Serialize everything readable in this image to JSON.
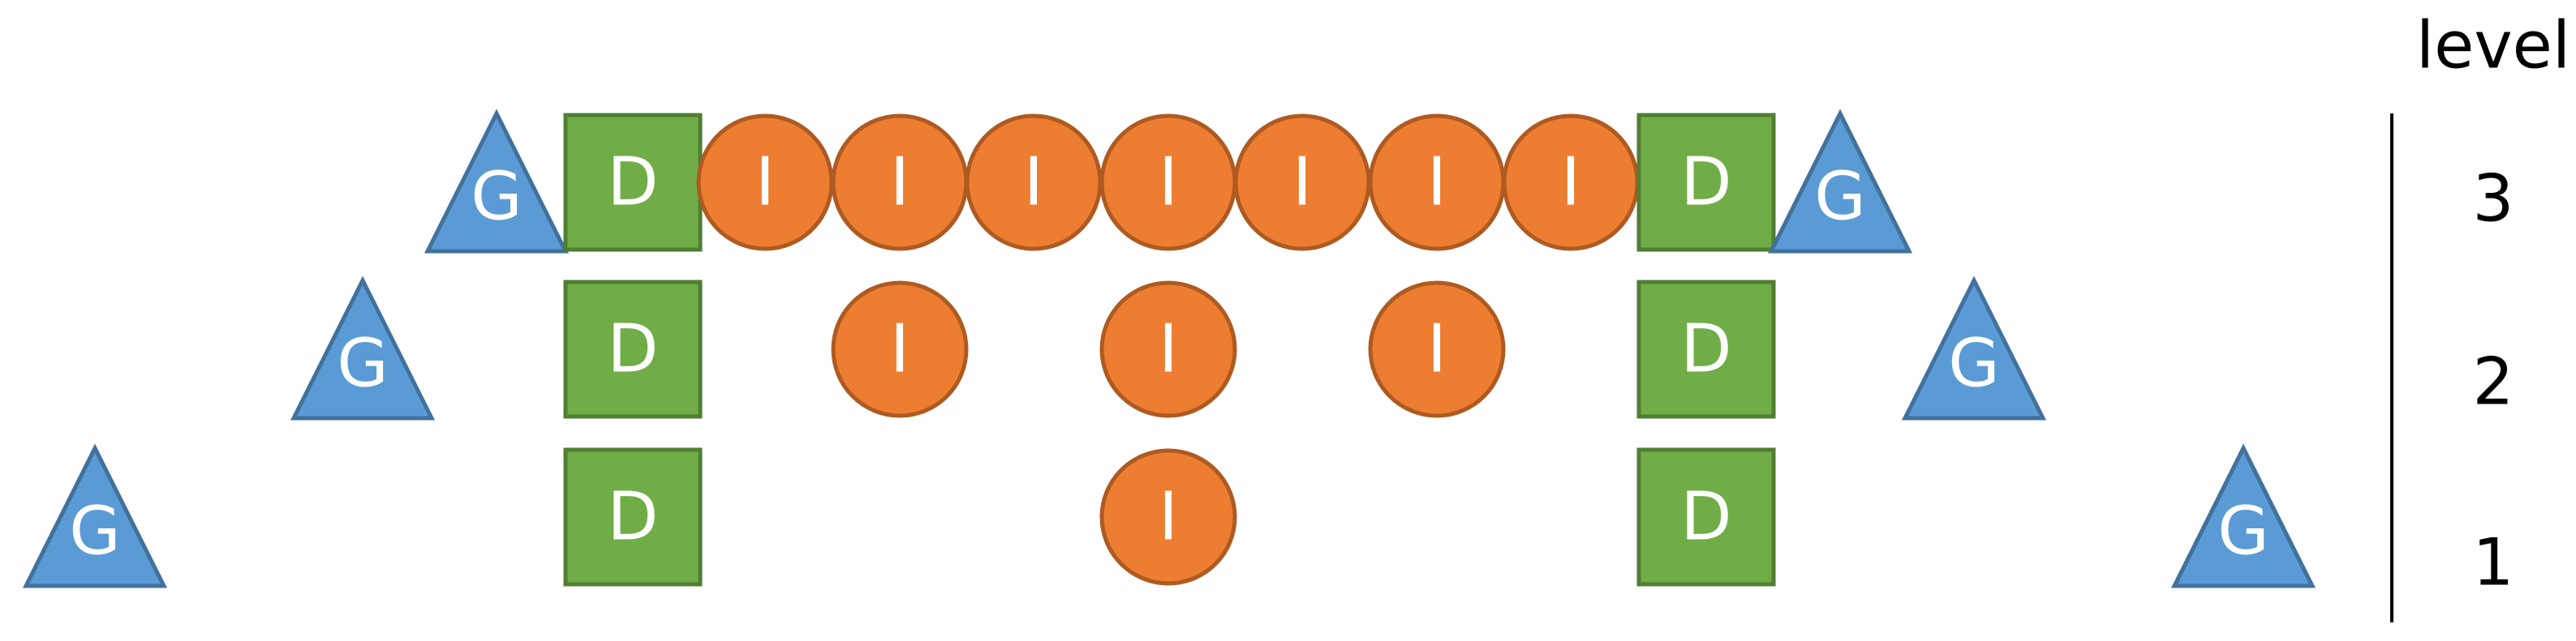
{
  "colors": {
    "triangle_fill": "#5b9bd5",
    "triangle_stroke": "#41719c",
    "square_fill": "#70ad47",
    "square_stroke": "#507e32",
    "circle_fill": "#ed7d31",
    "circle_stroke": "#ae5a21",
    "text_light": "#ffffff",
    "axis": "#000000"
  },
  "axis_title": "level",
  "rows": [
    {
      "level": "3",
      "nodes": [
        {
          "shape": "triangle",
          "label": "G"
        },
        {
          "shape": "square",
          "label": "D"
        },
        {
          "shape": "circle",
          "label": "I"
        },
        {
          "shape": "circle",
          "label": "I"
        },
        {
          "shape": "circle",
          "label": "I"
        },
        {
          "shape": "circle",
          "label": "I"
        },
        {
          "shape": "circle",
          "label": "I"
        },
        {
          "shape": "circle",
          "label": "I"
        },
        {
          "shape": "circle",
          "label": "I"
        },
        {
          "shape": "square",
          "label": "D"
        },
        {
          "shape": "triangle",
          "label": "G"
        }
      ]
    },
    {
      "level": "2",
      "nodes": [
        {
          "shape": "triangle",
          "label": "G"
        },
        {
          "shape": "square",
          "label": "D"
        },
        {
          "shape": "circle",
          "label": "I"
        },
        {
          "shape": "circle",
          "label": "I"
        },
        {
          "shape": "circle",
          "label": "I"
        },
        {
          "shape": "square",
          "label": "D"
        },
        {
          "shape": "triangle",
          "label": "G"
        }
      ]
    },
    {
      "level": "1",
      "nodes": [
        {
          "shape": "triangle",
          "label": "G"
        },
        {
          "shape": "square",
          "label": "D"
        },
        {
          "shape": "circle",
          "label": "I"
        },
        {
          "shape": "square",
          "label": "D"
        },
        {
          "shape": "triangle",
          "label": "G"
        }
      ]
    }
  ]
}
